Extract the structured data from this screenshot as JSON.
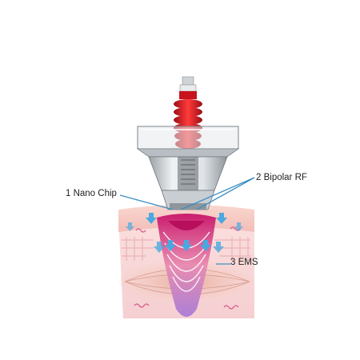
{
  "labels": {
    "nano_chip": "1 Nano Chip",
    "bipolar_rf": "2 Bipolar RF",
    "ems": "3 EMS"
  },
  "colors": {
    "line": "#3a8fc4",
    "arrow": "#4aa8e0",
    "spring": "#d8202a",
    "core": "#c8146a",
    "skin": "#f6c9c4"
  }
}
